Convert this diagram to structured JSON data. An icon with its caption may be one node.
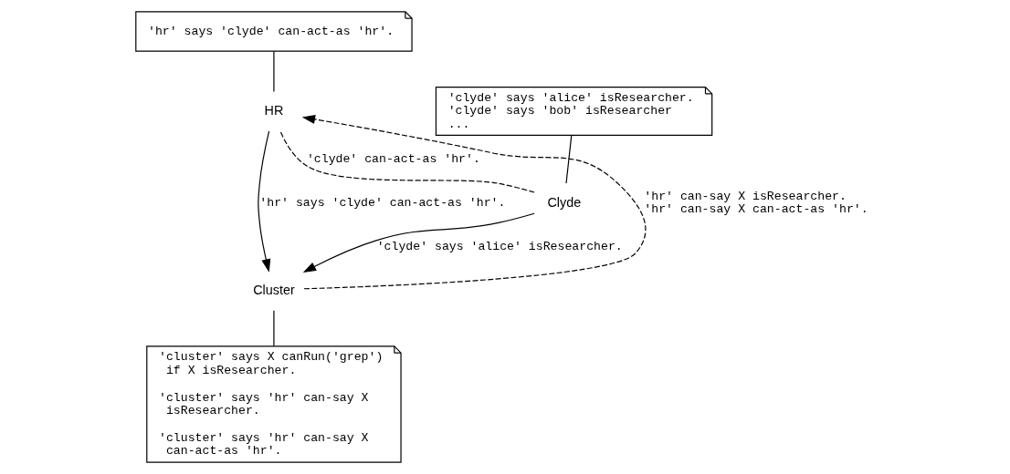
{
  "diagram": {
    "nodes": [
      {
        "text": [
          "'hr' says 'clyde' can-act-as 'hr'."
        ]
      },
      {
        "text": [
          "'clyde' says 'alice' isResearcher.",
          "'clyde' says 'bob' isResearcher",
          "..."
        ]
      },
      {
        "text": [
          "HR"
        ]
      },
      {
        "text": [
          "Clyde"
        ]
      },
      {
        "text": [
          "Cluster"
        ]
      },
      {
        "text": [
          "'cluster' says X canRun('grep') if X isResearcher.",
          "'cluster' says 'hr' can-say X isResearcher.",
          "'cluster' says 'hr' can-say X can-act-as 'hr'."
        ]
      }
    ],
    "edges": [
      {
        "from": 0,
        "to": 2,
        "arrow": "none"
      },
      {
        "from": 1,
        "to": 3,
        "arrow": "none"
      },
      {
        "from": 3,
        "to": 2,
        "arrow": "none",
        "style": "dashed",
        "label": "'clyde' can-act-as 'hr'."
      },
      {
        "from": 2,
        "to": 4,
        "arrow": "to",
        "label": "'hr' says 'clyde' can-act-as 'hr'."
      },
      {
        "from": 3,
        "to": 4,
        "arrow": "to",
        "label": "'clyde' says 'alice' isResearcher."
      },
      {
        "from": 4,
        "to": 2,
        "arrow": "to",
        "style": "dashed",
        "label": "'hr' can-say X isResearcher. 'hr' can-say X can-act-as 'hr'."
      },
      {
        "from": 4,
        "to": 5,
        "arrow": "none"
      }
    ]
  }
}
